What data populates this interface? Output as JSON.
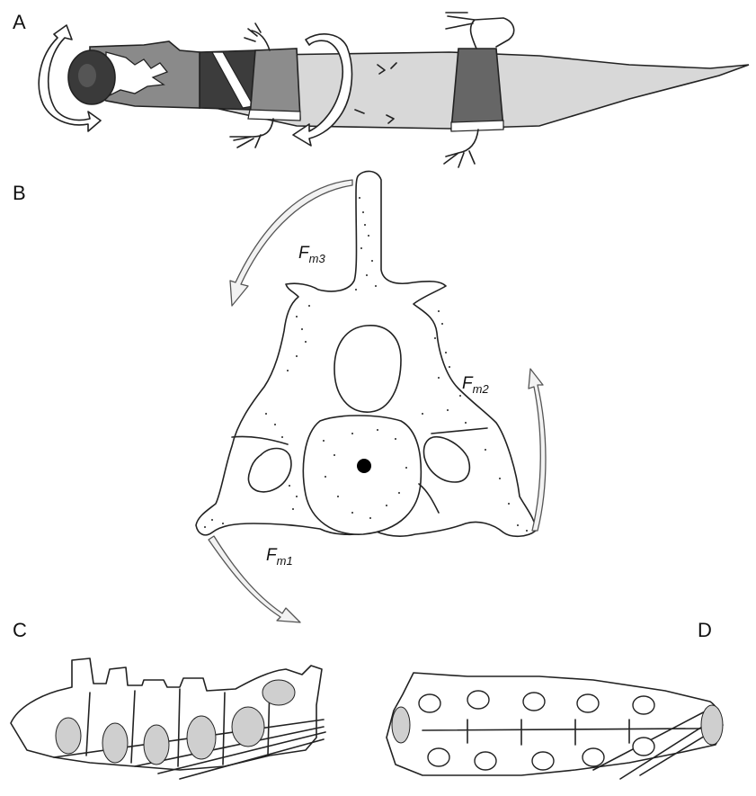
{
  "panels": {
    "a": {
      "letter": "A"
    },
    "b": {
      "letter": "B",
      "forces": {
        "fm1": {
          "main": "F",
          "sub": "m1"
        },
        "fm2": {
          "main": "F",
          "sub": "m2"
        },
        "fm3": {
          "main": "F",
          "sub": "m3"
        }
      }
    },
    "c": {
      "letter": "C"
    },
    "d": {
      "letter": "D"
    }
  },
  "colors": {
    "body_light": "#d8d8d8",
    "body_mid": "#9a9a9a",
    "band_dark": "#4a4a4a",
    "head_dark": "#3a3a3a"
  }
}
